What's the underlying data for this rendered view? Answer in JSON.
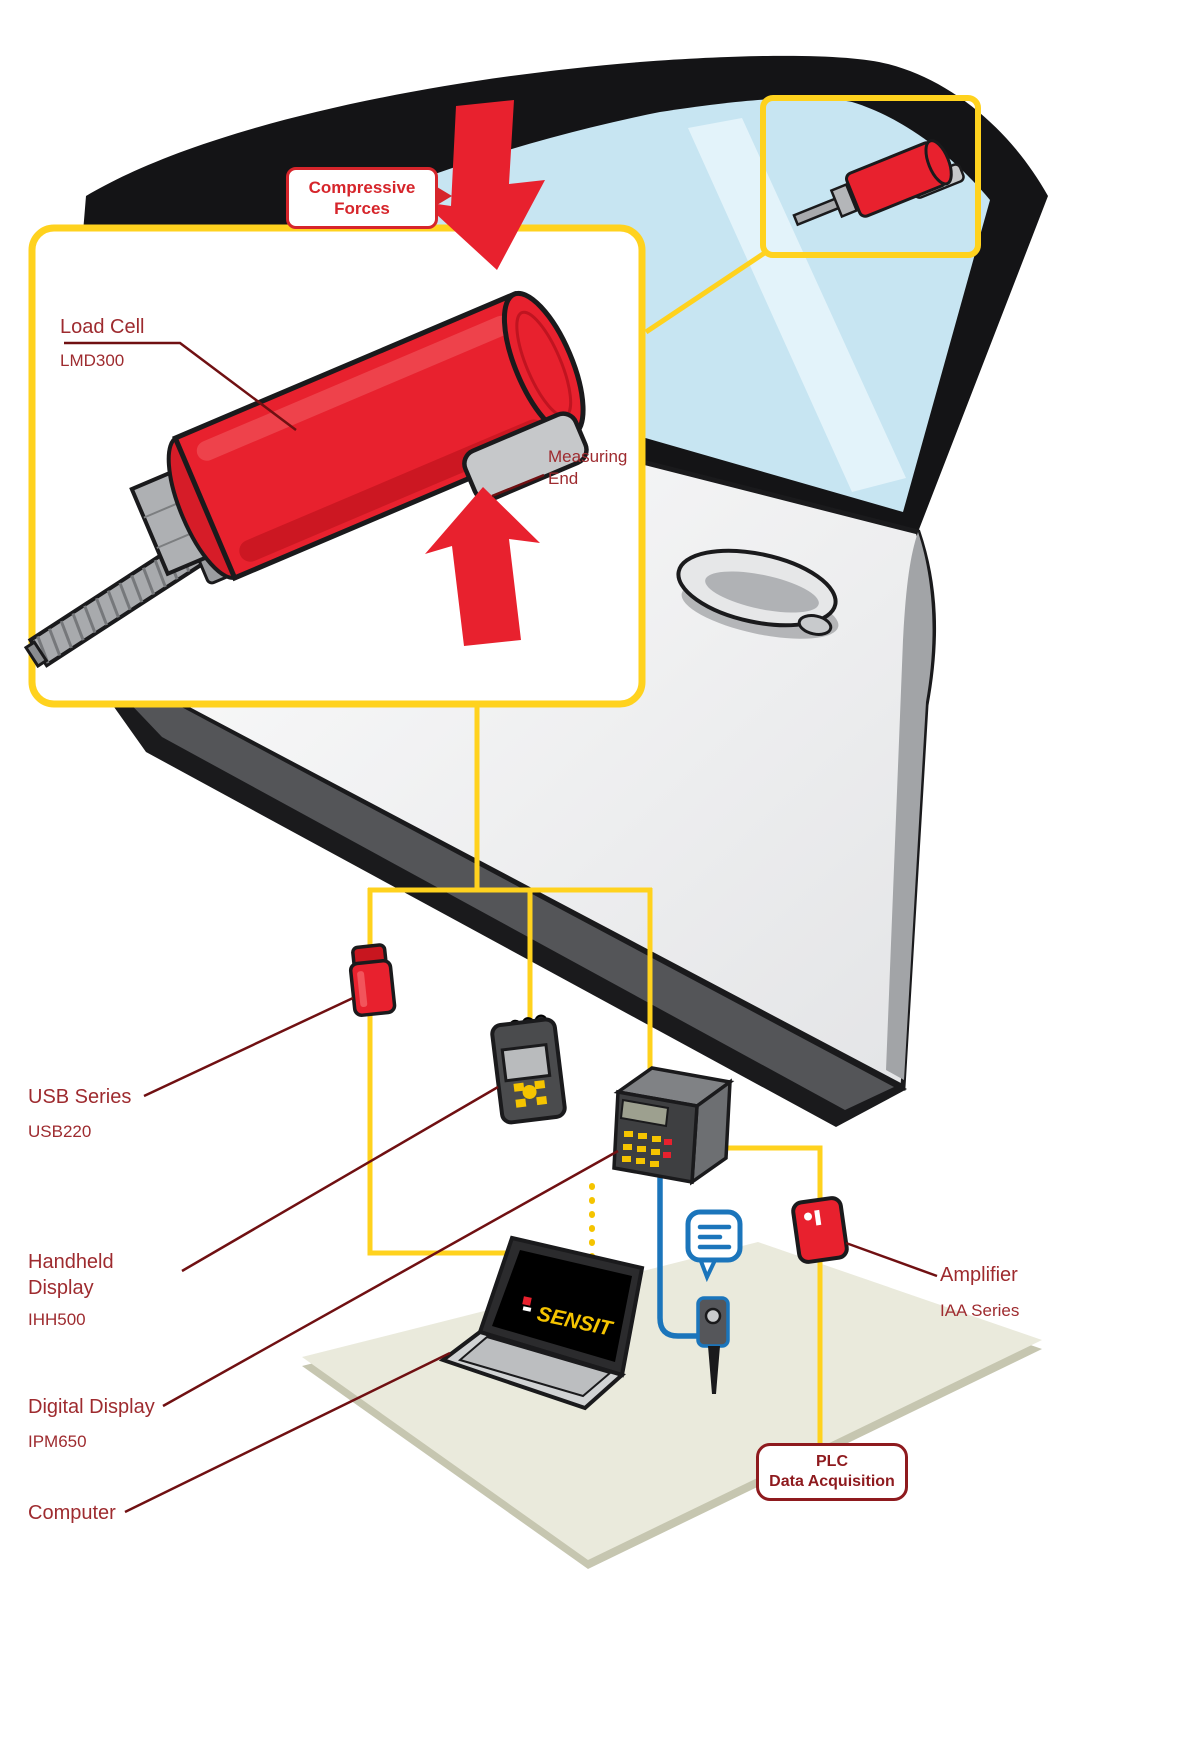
{
  "colors": {
    "accent_yellow": "#FFD21E",
    "red": "#E8212E",
    "label_maroon": "#9E2B2F",
    "leader_line": "#701012",
    "blue": "#1B75BB",
    "platform": "#EAEADC",
    "window_blue": "#C7E5F2"
  },
  "callout": {
    "compressive_forces": {
      "line1": "Compressive",
      "line2": "Forces"
    },
    "load_cell": {
      "title": "Load Cell",
      "model": "LMD300"
    },
    "measuring_end": {
      "line1": "Measuring",
      "line2": "End"
    }
  },
  "devices": {
    "usb": {
      "title": "USB Series",
      "model": "USB220"
    },
    "handheld": {
      "title_line1": "Handheld",
      "title_line2": "Display",
      "model": "IHH500"
    },
    "digital": {
      "title": "Digital Display",
      "model": "IPM650"
    },
    "computer": {
      "title": "Computer"
    },
    "amplifier": {
      "title": "Amplifier",
      "model": "IAA Series"
    },
    "plc": {
      "line1": "PLC",
      "line2": "Data Acquisition"
    }
  },
  "laptop": {
    "logo": "SENSIT"
  }
}
